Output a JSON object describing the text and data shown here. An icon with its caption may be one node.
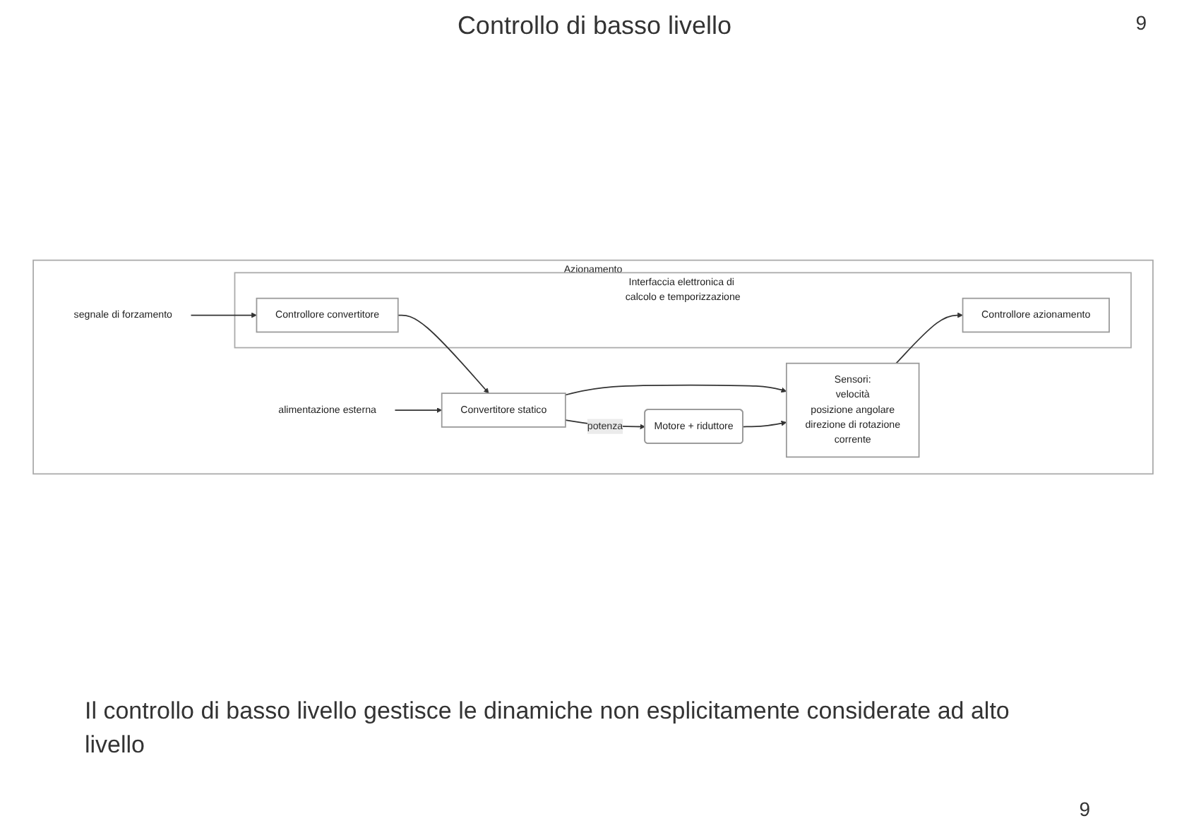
{
  "diagram": {
    "title": "Controllo di basso livello",
    "nodes": [
      {
        "text": [
          "Azionamento"
        ]
      },
      {
        "text": [
          "Interfaccia elettronica di calcolo e temporizzazione"
        ],
        "in": 0
      },
      {
        "text": [
          "Controllore convertitore"
        ],
        "in": 1
      },
      {
        "text": [
          "Controllore azionamento"
        ],
        "in": 1
      },
      {
        "text": [
          "Convertitore statico"
        ],
        "in": 0
      },
      {
        "text": [
          "Motore + riduttore"
        ],
        "in": 0
      },
      {
        "text": [
          "Sensori:",
          "velocità",
          "posizione angolare",
          "direzione di rotazione",
          "corrente"
        ],
        "in": 0
      },
      {
        "text": [
          "alimentazione esterna"
        ],
        "in": 0
      },
      {
        "text": [
          "segnale di forzamento"
        ],
        "in": 0
      }
    ],
    "edges": [
      {
        "from": 8,
        "to": 2,
        "arrow": "to"
      },
      {
        "from": 2,
        "to": 4,
        "arrow": "to"
      },
      {
        "from": 7,
        "to": 4,
        "arrow": "to"
      },
      {
        "from": 4,
        "to": 5,
        "label": "potenza",
        "arrow": "to"
      },
      {
        "from": 4,
        "to": 6,
        "arrow": "to"
      },
      {
        "from": 5,
        "to": 6,
        "arrow": "to"
      },
      {
        "from": 6,
        "to": 3,
        "arrow": "to"
      }
    ],
    "labels": [
      "9",
      "Il controllo di basso livello gestisce le dinamiche non esplicitamente considerate ad alto livello",
      "9"
    ]
  }
}
